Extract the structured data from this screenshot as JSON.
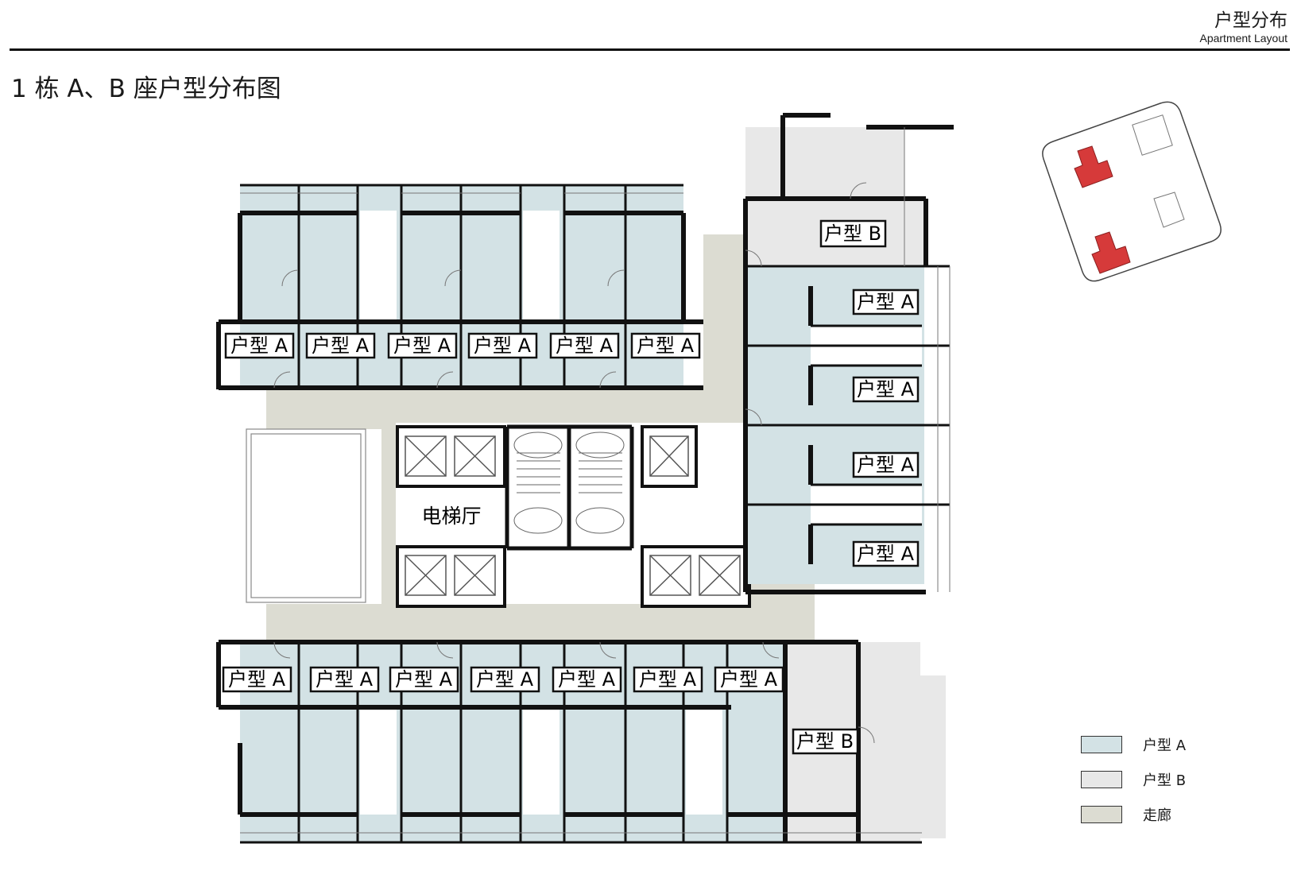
{
  "header": {
    "title": "户型分布",
    "subtitle": "Apartment Layout"
  },
  "plan_title": "1 栋 A、B 座户型分布图",
  "colors": {
    "unit_a": "#d3e2e5",
    "unit_b": "#e8e8e8",
    "corridor": "#dcdcd2",
    "wall": "#111111",
    "site_highlight": "#d63a3a"
  },
  "unit_labels": {
    "a": "户型 A",
    "b": "户型 B"
  },
  "lobby_label": "电梯厅",
  "legend": [
    {
      "key": "unit_a",
      "label": "户型 A"
    },
    {
      "key": "unit_b",
      "label": "户型 B"
    },
    {
      "key": "corridor",
      "label": "走廊"
    }
  ]
}
